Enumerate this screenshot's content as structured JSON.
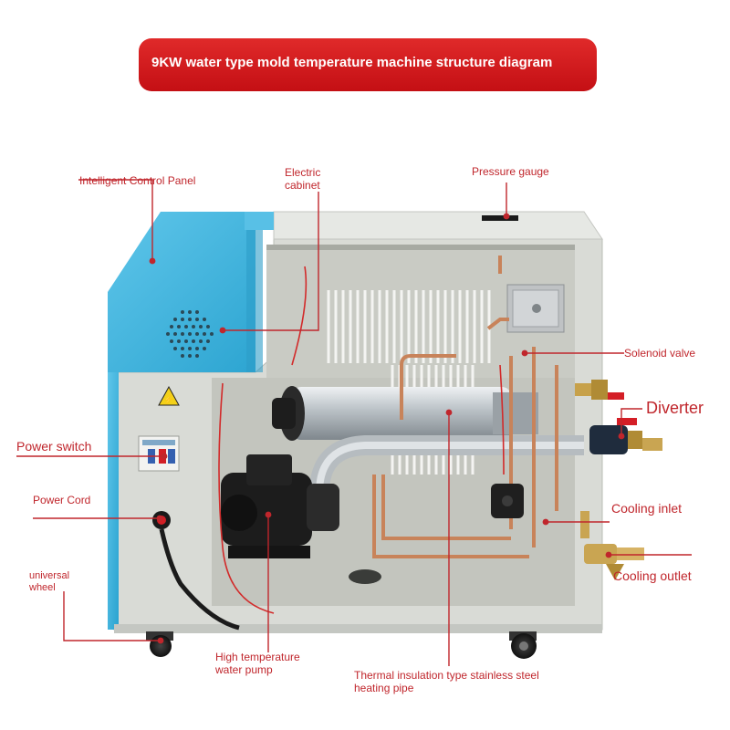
{
  "title": "9KW water type mold temperature machine structure diagram",
  "labels": {
    "control_panel": "Intelligent Control Panel",
    "electric_cabinet_1": "Electric",
    "electric_cabinet_2": "cabinet",
    "pressure_gauge": "Pressure gauge",
    "solenoid_valve": "Solenoid valve",
    "diverter": "Diverter",
    "power_switch": "Power switch",
    "power_cord": "Power Cord",
    "cooling_inlet": "Cooling inlet",
    "cooling_outlet": "Cooling outlet",
    "universal_wheel_1": "universal",
    "universal_wheel_2": "wheel",
    "pump_1": "High temperature",
    "pump_2": "water pump",
    "heating_pipe_1": "Thermal insulation type stainless steel",
    "heating_pipe_2": "heating pipe"
  },
  "colors": {
    "accent": "#c0262c",
    "panel_blue": "#3bb3dc",
    "cabinet_grey": "#d9dbd6"
  }
}
